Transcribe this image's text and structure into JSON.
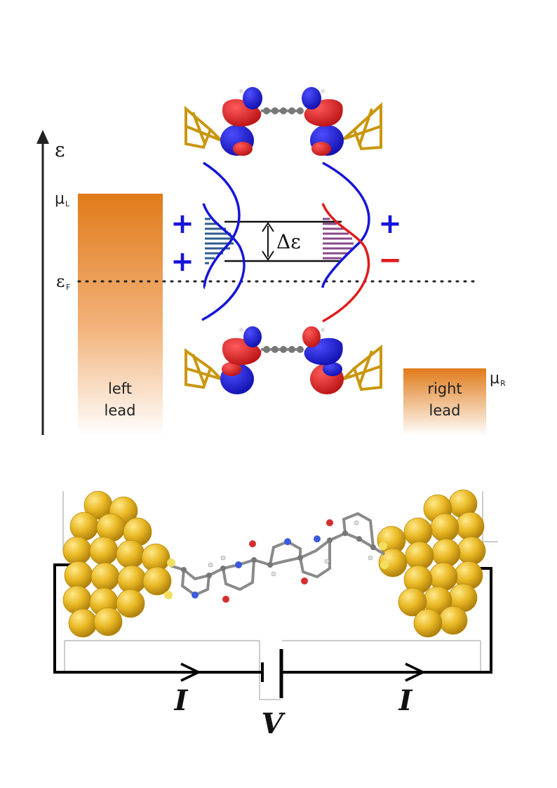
{
  "energy_diagram": {
    "axis_label": "ε",
    "mu_left": "μ",
    "mu_left_sub": "L",
    "fermi_label": "ε",
    "fermi_sub": "F",
    "mu_right": "μ",
    "mu_right_sub": "R",
    "left_lead_line1": "left",
    "left_lead_line2": "lead",
    "right_lead_line1": "right",
    "right_lead_line2": "lead",
    "gap_label": "Δε",
    "left_signs": [
      "+",
      "+"
    ],
    "right_signs": [
      "+",
      "−"
    ],
    "colors": {
      "lead_orange": "#e07b1a",
      "orbital_blue": "#1515d8",
      "orbital_red": "#e01b1b",
      "stripe_blue": "#2f5d8e",
      "stripe_purple": "#8a4a8a",
      "gold": "#e9b824"
    }
  },
  "circuit": {
    "current_left": "I",
    "current_right": "I",
    "voltage": "V"
  }
}
